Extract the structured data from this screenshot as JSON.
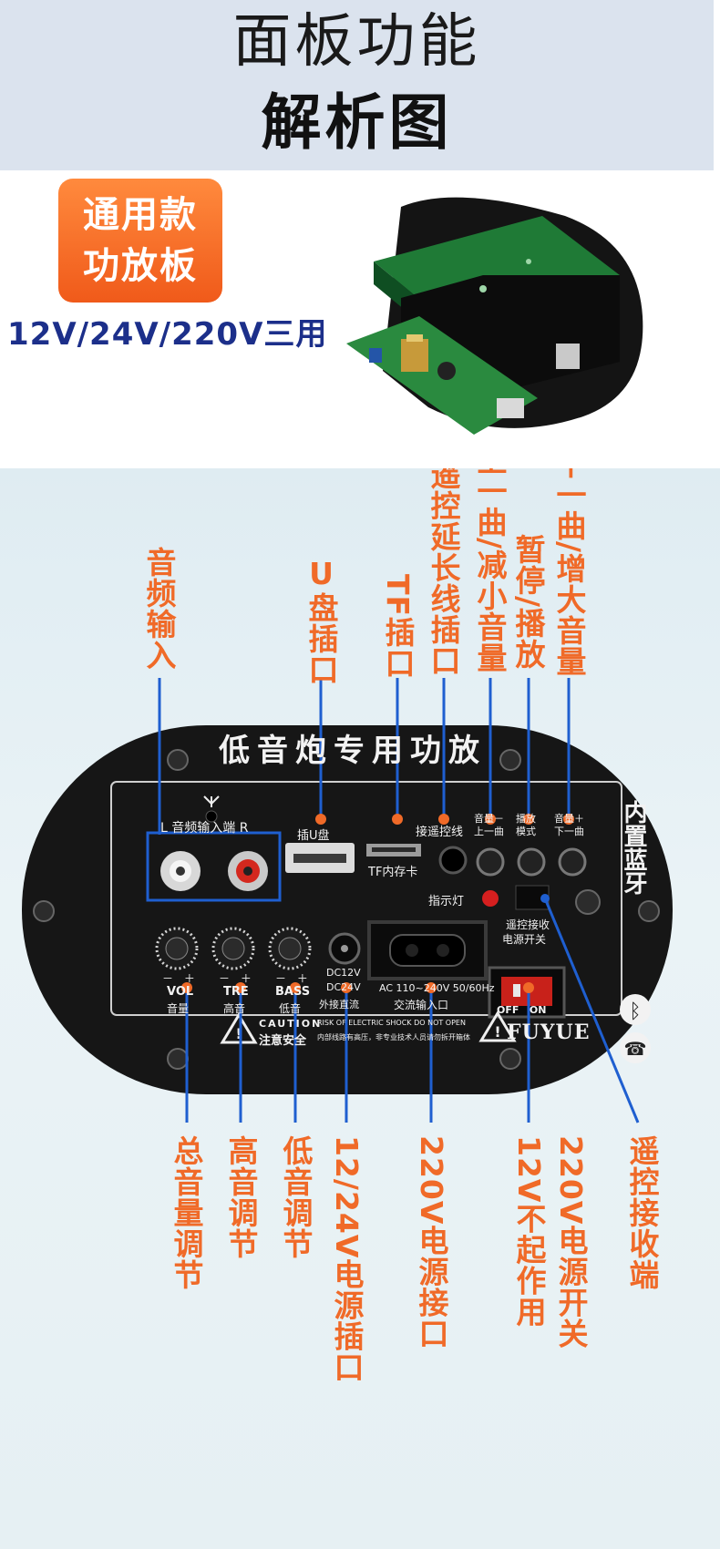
{
  "header": {
    "line1": "面板功能",
    "line2": "解析图"
  },
  "product": {
    "badge_line1": "通用款",
    "badge_line2": "功放板",
    "voltage": "12V/24V/220V三用"
  },
  "callouts_top": {
    "audio_input": "音频输入",
    "usb_port": "U盘插口",
    "tf_port": "TF插口",
    "remote_ext": "遥控延长线插口",
    "prev_vol_down": "上一曲/减小音量",
    "pause_play": "暂停/播放",
    "next_vol_up": "下一曲/增大音量"
  },
  "callouts_bottom": {
    "master_volume": "总音量调节",
    "treble": "高音调节",
    "bass": "低音调节",
    "dc_power": "12/24V电源插口",
    "ac_power": "220V电源接口",
    "power_switch_note": "12V不起作用",
    "power_switch": "220V电源开关",
    "remote_receiver": "遥控接收端"
  },
  "panel": {
    "title": "低音炮专用功放",
    "audio_in": "L 音频输入端 R",
    "usb_label": "插U盘",
    "tf_label": "TF内存卡",
    "remote_line": "接遥控线",
    "btn_prev": "音量－ 上一曲",
    "btn_mode": "播放 模式",
    "btn_next": "音量＋ 下一曲",
    "indicator": "指示灯",
    "remote_recv": "遥控接收",
    "power_switch": "电源开关",
    "vol": "VOL",
    "vol_cn": "音量",
    "tre": "TRE",
    "tre_cn": "高音",
    "bass": "BASS",
    "bass_cn": "低音",
    "dc12": "DC12V",
    "dc24": "DC24V",
    "dc_cn": "外接直流",
    "ac_spec": "AC 110~240V 50/60Hz",
    "ac_cn": "交流输入口",
    "off_on": "OFF   ON",
    "brand": "FUYUE",
    "caution": "CAUTION",
    "caution_cn": "注意安全",
    "risk": "RISK OF ELECTRIC SHOCK DO NOT OPEN",
    "risk_cn": "内部线路有高压，非专业技术人员请勿拆开箱体",
    "bt_side": "内置蓝牙",
    "pm": "－ ＋"
  },
  "colors": {
    "callout_text": "#f06a28",
    "leader_line": "#1f5fd0",
    "panel_bg": "#151515",
    "badge": "#f36c21"
  }
}
